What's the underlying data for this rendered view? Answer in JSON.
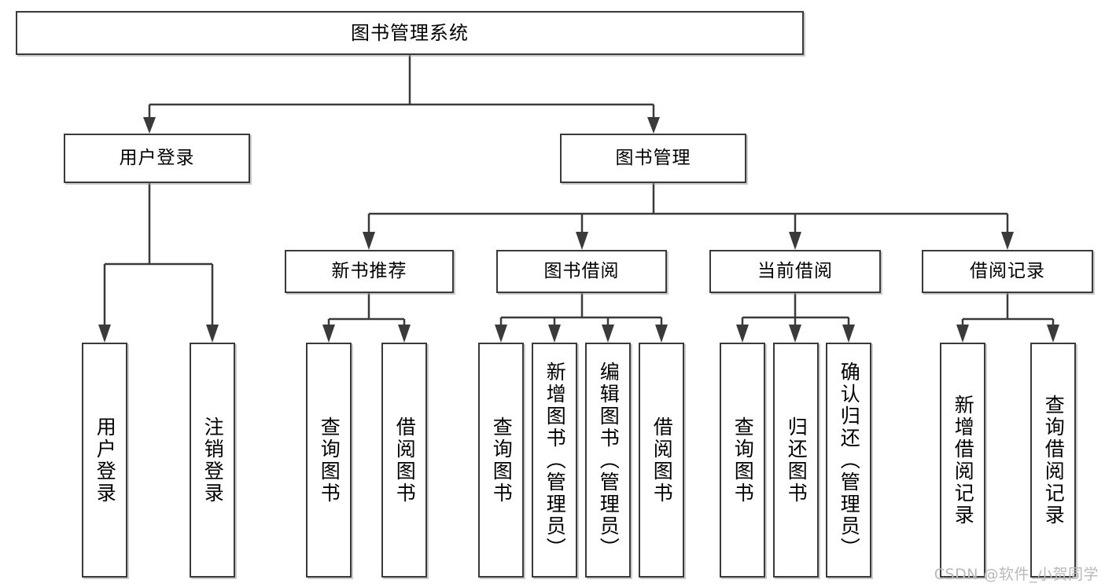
{
  "diagram": {
    "title": "图书管理系统",
    "type": "tree-hierarchy",
    "watermark": "CSDN @软件_小贺同学",
    "colors": {
      "stroke": "#3a3a3a",
      "fill": "#ffffff",
      "text": "#000000",
      "watermark": "#b9b9b9"
    },
    "root": {
      "label": "图书管理系统"
    },
    "level2": [
      {
        "label": "用户登录"
      },
      {
        "label": "图书管理"
      }
    ],
    "level3": [
      {
        "label": "新书推荐"
      },
      {
        "label": "图书借阅"
      },
      {
        "label": "当前借阅"
      },
      {
        "label": "借阅记录"
      }
    ],
    "leaves": {
      "user_login": [
        {
          "label": "用户登录"
        },
        {
          "label": "注销登录"
        }
      ],
      "new_book": [
        {
          "label": "查询图书"
        },
        {
          "label": "借阅图书"
        }
      ],
      "book_borrow": [
        {
          "label": "查询图书"
        },
        {
          "label": "新增图书（管理员）"
        },
        {
          "label": "编辑图书（管理员）"
        },
        {
          "label": "借阅图书"
        }
      ],
      "current_borrow": [
        {
          "label": "查询图书"
        },
        {
          "label": "归还图书"
        },
        {
          "label": "确认归还（管理员）"
        }
      ],
      "borrow_record": [
        {
          "label": "新增借阅记录"
        },
        {
          "label": "查询借阅记录"
        }
      ]
    }
  }
}
